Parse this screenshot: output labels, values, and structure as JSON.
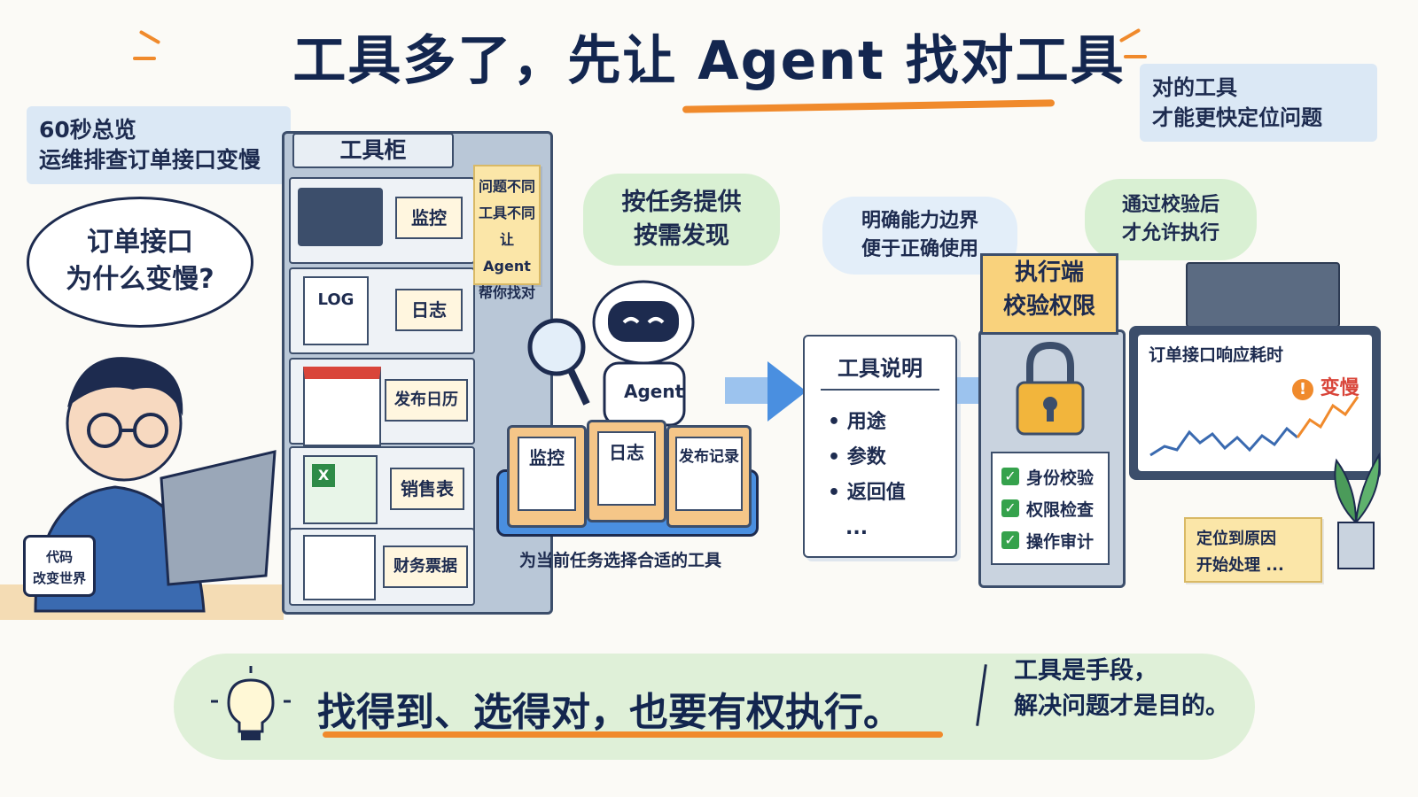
{
  "title": "工具多了，先让 Agent 找对工具",
  "overview": {
    "line1": "60秒总览",
    "line2": "运维排查订单接口变慢"
  },
  "top_right_note": {
    "line1": "对的工具",
    "line2": "才能更快定位问题"
  },
  "question_bubble": {
    "line1": "订单接口",
    "line2": "为什么变慢?"
  },
  "mug_text": {
    "line1": "代码",
    "line2": "改变世界"
  },
  "cabinet": {
    "title": "工具柜",
    "shelves": [
      "监控",
      "日志",
      "发布日历",
      "销售表",
      "财务票据"
    ],
    "log_label": "LOG",
    "sticky": [
      "问题不同",
      "工具不同",
      "让 Agent",
      "帮你找对"
    ]
  },
  "discover_bubble": {
    "line1": "按任务提供",
    "line2": "按需发现"
  },
  "agent": {
    "label": "Agent",
    "folders": [
      "监控",
      "日志",
      "发布记录"
    ],
    "caption": "为当前任务选择合适的工具"
  },
  "boundary_bubble": {
    "line1": "明确能力边界",
    "line2": "便于正确使用"
  },
  "tool_doc": {
    "title": "工具说明",
    "items": [
      "用途",
      "参数",
      "返回值",
      "..."
    ]
  },
  "verify_bubble": {
    "line1": "通过校验后",
    "line2": "才允许执行"
  },
  "gate": {
    "badge_line1": "执行端",
    "badge_line2": "校验权限",
    "checks": [
      "身份校验",
      "权限检查",
      "操作审计"
    ]
  },
  "monitor": {
    "title": "订单接口响应耗时",
    "alert": "变慢"
  },
  "locate_note": {
    "line1": "定位到原因",
    "line2": "开始处理 ..."
  },
  "bottom": {
    "main": "找得到、选得对，也要有权执行。",
    "side_line1": "工具是手段，",
    "side_line2": "解决问题才是目的。"
  },
  "colors": {
    "navy": "#13264f",
    "orange": "#f08a2c",
    "green": "#d9f0d3",
    "blue": "#4a8fe0",
    "yellow": "#f9d27c"
  },
  "icons": [
    "lightbulb-icon",
    "magnifier-icon",
    "lock-icon",
    "check-icon",
    "robot-icon",
    "plant-icon"
  ]
}
